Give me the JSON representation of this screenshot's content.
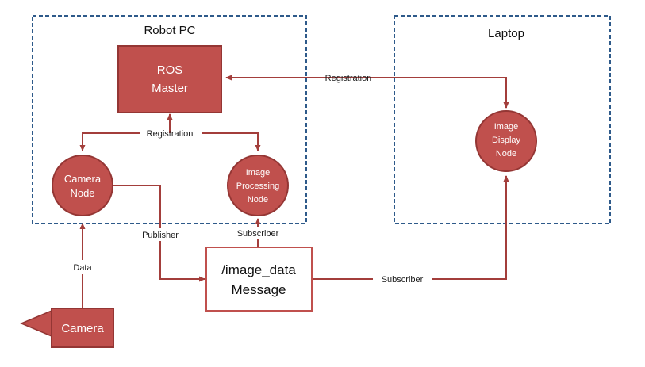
{
  "colors": {
    "node_fill": "#c0504d",
    "node_stroke": "#943634",
    "edge": "#a33e3b",
    "frame": "#2e5a8a",
    "message_stroke": "#c0504d"
  },
  "frames": {
    "robot_pc": "Robot PC",
    "laptop": "Laptop"
  },
  "nodes": {
    "ros_master": [
      "ROS",
      "Master"
    ],
    "camera_node": [
      "Camera",
      "Node"
    ],
    "image_processing_node": [
      "Image",
      "Processing",
      "Node"
    ],
    "image_display_node": [
      "Image",
      "Display",
      "Node"
    ],
    "camera": "Camera",
    "message": [
      "/image_data",
      "Message"
    ]
  },
  "edge_labels": {
    "registration_laptop": "Registration",
    "registration_robot": "Registration",
    "publisher": "Publisher",
    "subscriber_processing": "Subscriber",
    "subscriber_display": "Subscriber",
    "data": "Data"
  }
}
